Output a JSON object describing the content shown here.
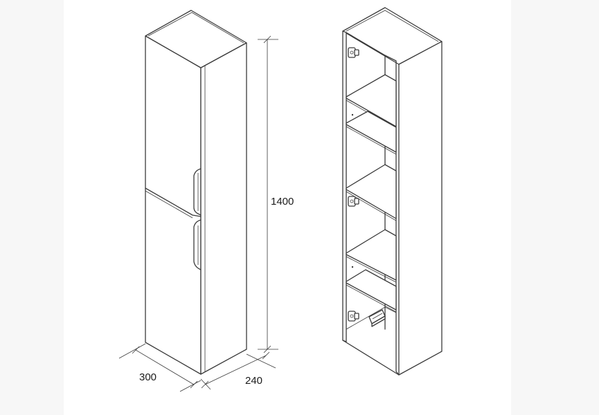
{
  "drawing": {
    "dimensions": {
      "height": "1400",
      "width": "300",
      "depth": "240"
    }
  },
  "colors": {
    "line": "#3a3a3a",
    "background": "#ffffff"
  }
}
